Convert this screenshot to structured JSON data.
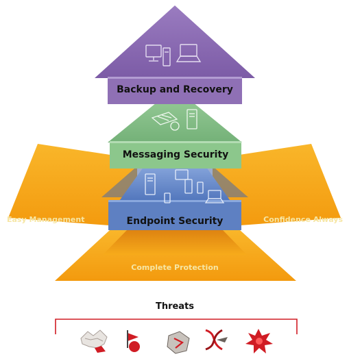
{
  "tiers": {
    "backup": {
      "label": "Backup and Recovery",
      "icons": [
        "desktop-computer",
        "laptop"
      ]
    },
    "messaging": {
      "label": "Messaging Security",
      "icons": [
        "mail-router",
        "server-tower"
      ]
    },
    "endpoint": {
      "label": "Endpoint Security",
      "icons": [
        "server",
        "phone",
        "desktop-computer",
        "laptop"
      ]
    }
  },
  "wings": {
    "left": "Easy Management",
    "right": "Confidence Always",
    "bottom": "Complete Protection"
  },
  "threats": {
    "title": "Threats",
    "icons": [
      "spam-icon",
      "phishing-icon",
      "web-threat-icon",
      "virus-icon",
      "explosion-icon"
    ]
  },
  "colors": {
    "orange": "#f7ab1a",
    "purple": "#8a6ab0",
    "green": "#80bd84",
    "blue": "#5b7ec4",
    "threat": "#d01c24"
  }
}
